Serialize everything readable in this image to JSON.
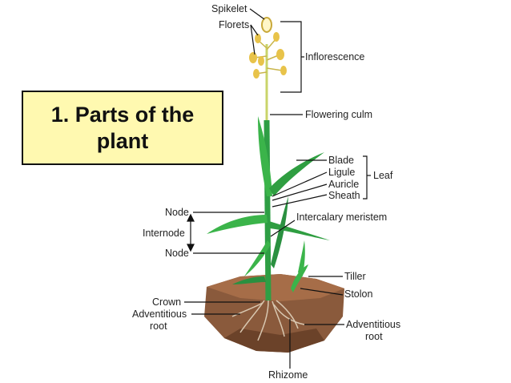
{
  "title": "1. Parts of the plant",
  "labels": {
    "spikelet": "Spikelet",
    "florets": "Florets",
    "inflorescence": "Inflorescence",
    "flowering_culm": "Flowering culm",
    "blade": "Blade",
    "ligule": "Ligule",
    "auricle": "Auricle",
    "sheath": "Sheath",
    "leaf": "Leaf",
    "node_top": "Node",
    "intercalary_meristem": "Intercalary meristem",
    "internode": "Internode",
    "node_bottom": "Node",
    "tiller": "Tiller",
    "stolon": "Stolon",
    "crown": "Crown",
    "adventitious_root_left_1": "Adventitious",
    "adventitious_root_left_2": "root",
    "adventitious_root_right_1": "Adventitious",
    "adventitious_root_right_2": "root",
    "rhizome": "Rhizome"
  },
  "colors": {
    "title_fill": "#fff9b0",
    "leaf_green": "#3bb44a",
    "leaf_dark": "#1f8b35",
    "soil": "#8a5a3c",
    "soil_dark": "#6b4229",
    "floret": "#e8c34a"
  }
}
